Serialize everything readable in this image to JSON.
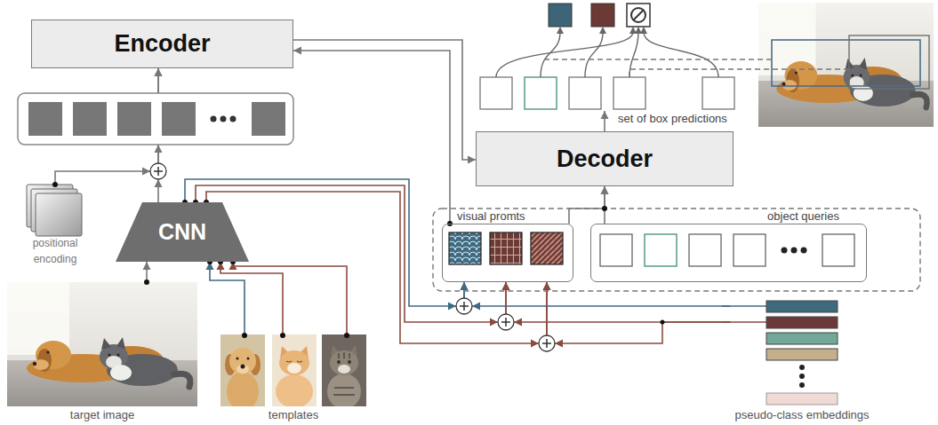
{
  "diagram": {
    "nodes": [
      {
        "text": [
          "Encoder"
        ]
      },
      {
        "text": [
          "set of box predictions"
        ]
      },
      {
        "text": [
          "Decoder"
        ]
      },
      {
        "text": [
          "positional encoding"
        ]
      },
      {
        "text": [
          "CNN"
        ]
      },
      {
        "text": [
          "visual promts"
        ]
      },
      {
        "text": [
          "object queries"
        ]
      },
      {
        "text": [
          "pseudo-class embeddings"
        ]
      },
      {
        "text": [
          "target image"
        ]
      },
      {
        "text": [
          "templates"
        ]
      }
    ],
    "edges": [
      {
        "from": 8,
        "to": 4,
        "arrow": "to"
      },
      {
        "from": 9,
        "to": 4,
        "arrow": "to"
      },
      {
        "from": 9,
        "to": 4,
        "arrow": "to"
      },
      {
        "from": 9,
        "to": 4,
        "arrow": "to"
      },
      {
        "from": 4,
        "to": 0,
        "arrow": "to"
      },
      {
        "from": 3,
        "to": 0,
        "arrow": "to"
      },
      {
        "from": 0,
        "to": 2,
        "arrow": "to"
      },
      {
        "from": 5,
        "to": 0,
        "arrow": "to"
      },
      {
        "from": 5,
        "to": 2,
        "arrow": "to"
      },
      {
        "from": 6,
        "to": 2,
        "arrow": "to"
      },
      {
        "from": 2,
        "to": 1,
        "arrow": "to"
      },
      {
        "from": 4,
        "to": 5,
        "arrow": "to"
      },
      {
        "from": 4,
        "to": 5,
        "arrow": "to"
      },
      {
        "from": 4,
        "to": 5,
        "arrow": "to"
      },
      {
        "from": 7,
        "to": 5,
        "arrow": "to"
      },
      {
        "from": 7,
        "to": 5,
        "arrow": "to"
      },
      {
        "from": 7,
        "to": 5,
        "arrow": "to"
      }
    ]
  }
}
